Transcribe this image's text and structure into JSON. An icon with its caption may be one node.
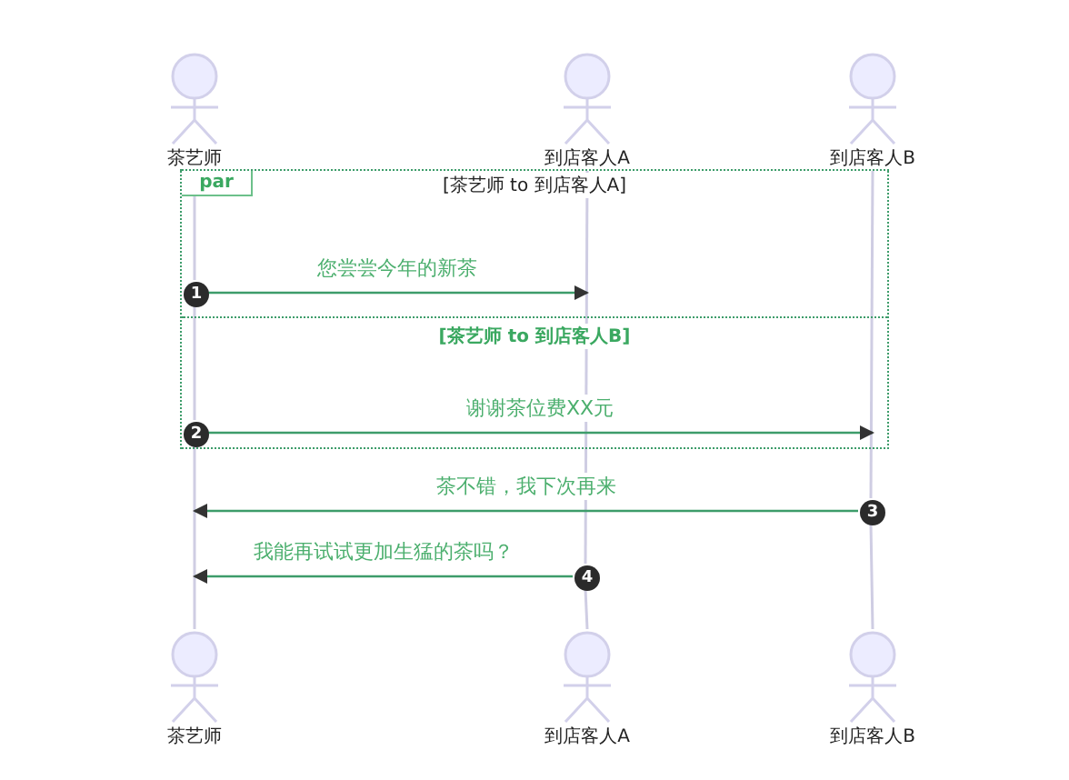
{
  "diagram": {
    "nodes": [
      {
        "text": [
          "茶艺师"
        ]
      },
      {
        "text": [
          "到店客人A"
        ]
      },
      {
        "text": [
          "到店客人B"
        ]
      },
      {
        "text": [
          "par",
          "[茶艺师 to 到店客人A]",
          "[茶艺师 to 到店客人B]"
        ]
      },
      {
        "text": [
          "1"
        ],
        "in": 3
      },
      {
        "text": [
          "2"
        ],
        "in": 3
      },
      {
        "text": [
          "3"
        ]
      },
      {
        "text": [
          "4"
        ]
      },
      {
        "text": [
          "茶艺师"
        ]
      },
      {
        "text": [
          "到店客人A"
        ]
      },
      {
        "text": [
          "到店客人B"
        ]
      }
    ],
    "edges": [
      {
        "from": 0,
        "to": 4,
        "arrow": "none"
      },
      {
        "from": 4,
        "to": 5,
        "arrow": "none"
      },
      {
        "from": 5,
        "to": 8,
        "arrow": "none"
      },
      {
        "from": 1,
        "to": 7,
        "arrow": "none"
      },
      {
        "from": 7,
        "to": 9,
        "arrow": "none"
      },
      {
        "from": 2,
        "to": 6,
        "arrow": "none"
      },
      {
        "from": 6,
        "to": 10,
        "arrow": "none"
      },
      {
        "from": 4,
        "to": null,
        "arrow": "to",
        "label": "您尝尝今年的新茶",
        "color": "#3d9c6a"
      },
      {
        "from": 5,
        "to": null,
        "arrow": "to",
        "label": "谢谢茶位费XX元",
        "color": "#3d9c6a"
      },
      {
        "from": 6,
        "to": null,
        "arrow": "to",
        "label": "茶不错，我下次再来",
        "color": "#3d9c6a"
      },
      {
        "from": 7,
        "to": null,
        "arrow": "to",
        "label": "我能再试试更加生猛的茶吗？",
        "color": "#3d9c6a"
      }
    ]
  }
}
